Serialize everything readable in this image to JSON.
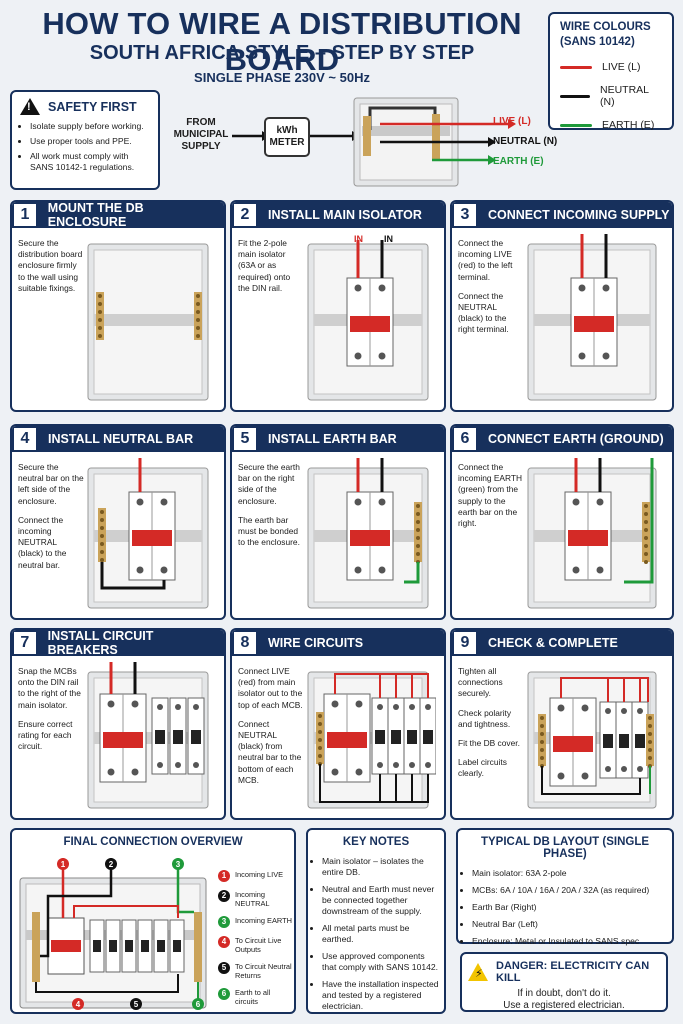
{
  "header": {
    "title": "HOW TO WIRE A DISTRIBUTION BOARD",
    "subtitle": "SOUTH AFRICA STYLE – STEP BY STEP",
    "phase": "SINGLE PHASE 230V ~ 50Hz"
  },
  "legend": {
    "title": "WIRE COLOURS (SANS 10142)",
    "items": [
      {
        "label": "LIVE (L)",
        "color": "#d42a26"
      },
      {
        "label": "NEUTRAL (N)",
        "color": "#111111"
      },
      {
        "label": "EARTH (E)",
        "color": "#1f9a3a"
      }
    ]
  },
  "safety": {
    "title": "SAFETY FIRST",
    "items": [
      "Isolate supply before working.",
      "Use proper tools and PPE.",
      "All work must comply with SANS 10142-1 regulations."
    ]
  },
  "supply": {
    "from": "FROM MUNICIPAL SUPPLY",
    "meter": "kWh METER",
    "live": "LIVE (L)",
    "neutral": "NEUTRAL (N)",
    "earth": "EARTH (E)"
  },
  "steps": [
    {
      "num": "1",
      "title": "MOUNT THE DB ENCLOSURE",
      "text": [
        "Secure the distribution board enclosure firmly to the wall using suitable fixings."
      ]
    },
    {
      "num": "2",
      "title": "INSTALL MAIN ISOLATOR",
      "text": [
        "Fit the 2-pole main isolator (63A or as required) onto the DIN rail."
      ],
      "in_l": "IN",
      "in_n": "IN"
    },
    {
      "num": "3",
      "title": "CONNECT INCOMING SUPPLY",
      "text": [
        "Connect the incoming LIVE (red) to the left terminal.",
        "Connect the NEUTRAL (black) to the right terminal."
      ]
    },
    {
      "num": "4",
      "title": "INSTALL NEUTRAL BAR",
      "text": [
        "Secure the neutral bar on the left side of the enclosure.",
        "Connect the incoming NEUTRAL (black) to the neutral bar."
      ]
    },
    {
      "num": "5",
      "title": "INSTALL EARTH BAR",
      "text": [
        "Secure the earth bar on the right side of the enclosure.",
        "The earth bar must be bonded to the enclosure."
      ]
    },
    {
      "num": "6",
      "title": "CONNECT EARTH (GROUND)",
      "text": [
        "Connect the incoming EARTH (green) from the supply to the earth bar on the right."
      ]
    },
    {
      "num": "7",
      "title": "INSTALL CIRCUIT BREAKERS",
      "text": [
        "Snap the MCBs onto the DIN rail to the right of the main isolator.",
        "Ensure correct rating for each circuit."
      ]
    },
    {
      "num": "8",
      "title": "WIRE CIRCUITS",
      "text": [
        "Connect LIVE (red) from main isolator out to the top of each MCB.",
        "Connect NEUTRAL (black) from neutral bar to the bottom of each MCB."
      ]
    },
    {
      "num": "9",
      "title": "CHECK & COMPLETE",
      "text": [
        "Tighten all connections securely.",
        "Check polarity and tightness.",
        "Fit the DB cover.",
        "Label circuits clearly."
      ]
    }
  ],
  "overview": {
    "title": "FINAL CONNECTION OVERVIEW",
    "items": [
      {
        "num": "1",
        "label": "Incoming LIVE",
        "color": "#d42a26"
      },
      {
        "num": "2",
        "label": "Incoming NEUTRAL",
        "color": "#111111"
      },
      {
        "num": "3",
        "label": "Incoming EARTH",
        "color": "#1f9a3a"
      },
      {
        "num": "4",
        "label": "To Circuit Live Outputs",
        "color": "#d42a26"
      },
      {
        "num": "5",
        "label": "To Circuit Neutral Returns",
        "color": "#111111"
      },
      {
        "num": "6",
        "label": "Earth to all circuits",
        "color": "#1f9a3a"
      }
    ]
  },
  "key_notes": {
    "title": "KEY NOTES",
    "items": [
      "Main isolator – isolates the entire DB.",
      "Neutral and Earth must never be connected together downstream of the supply.",
      "All metal parts must be earthed.",
      "Use approved components that comply with SANS 10142.",
      "Have the installation inspected and tested by a registered electrician."
    ]
  },
  "layout_box": {
    "title": "TYPICAL DB LAYOUT (SINGLE PHASE)",
    "items": [
      "Main isolator: 63A 2-pole",
      "MCBs: 6A / 10A / 16A / 20A / 32A (as required)",
      "Earth Bar (Right)",
      "Neutral Bar (Left)",
      "Enclosure: Metal or Insulated to SANS spec"
    ]
  },
  "danger": {
    "title": "DANGER: ELECTRICITY CAN KILL",
    "line1": "If in doubt, don't do it.",
    "line2": "Use a registered electrician."
  }
}
